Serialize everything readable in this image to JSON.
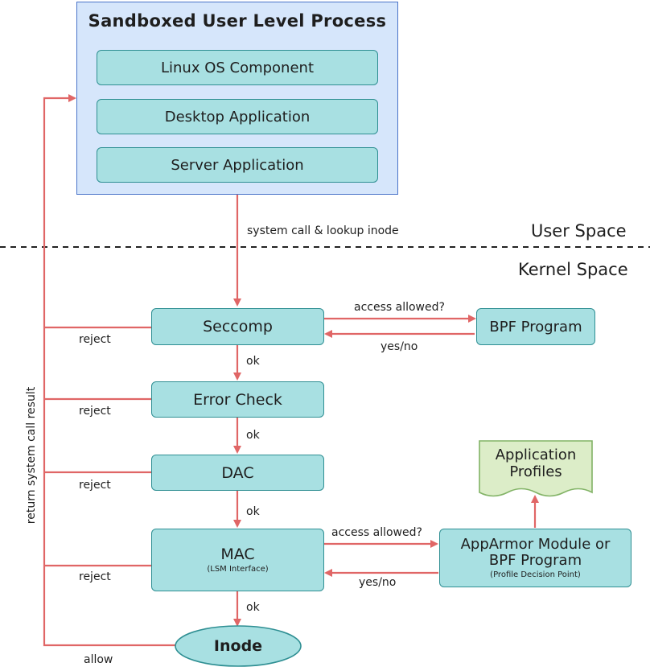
{
  "sandbox": {
    "title": "Sandboxed User Level Process",
    "items": [
      "Linux OS Component",
      "Desktop Application",
      "Server Application"
    ]
  },
  "spaces": {
    "user": "User Space",
    "kernel": "Kernel Space"
  },
  "edges": {
    "syscall": "system call & lookup inode",
    "access_allowed_1": "access allowed?",
    "yes_no_1": "yes/no",
    "access_allowed_2": "access allowed?",
    "yes_no_2": "yes/no",
    "ok": "ok",
    "reject": "reject",
    "allow": "allow",
    "return": "return system call result"
  },
  "nodes": {
    "seccomp": "Seccomp",
    "bpf_program": "BPF Program",
    "error_check": "Error Check",
    "dac": "DAC",
    "mac": "MAC",
    "mac_sub": "(LSM Interface)",
    "apparmor_line1": "AppArmor Module or",
    "apparmor_line2": "BPF Program",
    "apparmor_sub": "(Profile Decision Point)",
    "profiles_line1": "Application",
    "profiles_line2": "Profiles",
    "inode": "Inode"
  },
  "colors": {
    "arrow": "#e06666",
    "node_fill": "#a8e0e2",
    "node_stroke": "#2f8f93",
    "sandbox_fill": "#d6e6fb",
    "sandbox_stroke": "#4a74c9",
    "profiles_fill": "#dcedc8",
    "profiles_stroke": "#82b366"
  }
}
